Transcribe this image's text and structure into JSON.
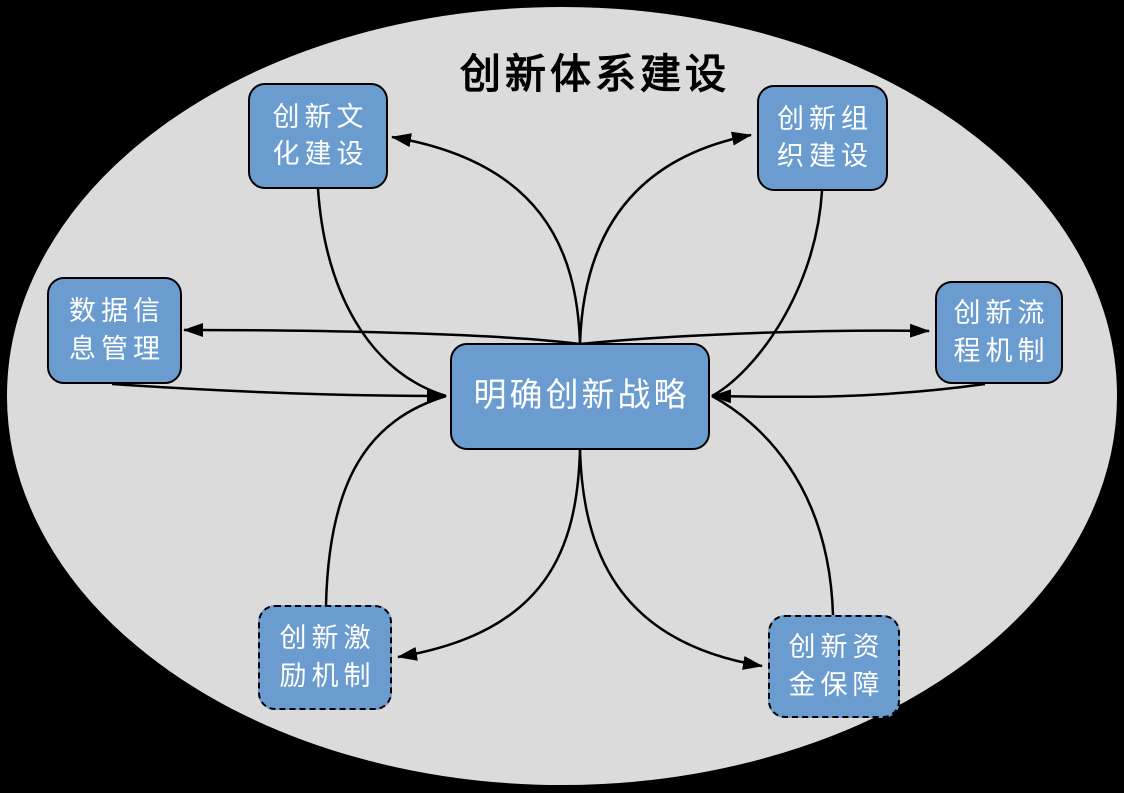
{
  "diagram": {
    "title": "创新体系建设",
    "center": {
      "id": "strategy",
      "label": "明确创新战略"
    },
    "nodes": [
      {
        "id": "culture",
        "line1": "创新文",
        "line2": "化建设",
        "border": "solid"
      },
      {
        "id": "organization",
        "line1": "创新组",
        "line2": "织建设",
        "border": "solid"
      },
      {
        "id": "datainfo",
        "line1": "数据信",
        "line2": "息管理",
        "border": "solid"
      },
      {
        "id": "process",
        "line1": "创新流",
        "line2": "程机制",
        "border": "solid"
      },
      {
        "id": "incentive",
        "line1": "创新激",
        "line2": "励机制",
        "border": "dashed"
      },
      {
        "id": "funding",
        "line1": "创新资",
        "line2": "金保障",
        "border": "dashed"
      }
    ],
    "edges": [
      {
        "a": "strategy",
        "b": "culture",
        "bidirectional": true
      },
      {
        "a": "strategy",
        "b": "organization",
        "bidirectional": true
      },
      {
        "a": "strategy",
        "b": "datainfo",
        "bidirectional": true
      },
      {
        "a": "strategy",
        "b": "process",
        "bidirectional": true
      },
      {
        "a": "strategy",
        "b": "incentive",
        "bidirectional": true
      },
      {
        "a": "strategy",
        "b": "funding",
        "bidirectional": true
      }
    ],
    "colors": {
      "background": "#000000",
      "ellipse_fill": "#DBDBDB",
      "node_fill": "#6B9CCF",
      "node_text": "#FFFFFF",
      "line": "#000000",
      "title": "#000000"
    }
  }
}
